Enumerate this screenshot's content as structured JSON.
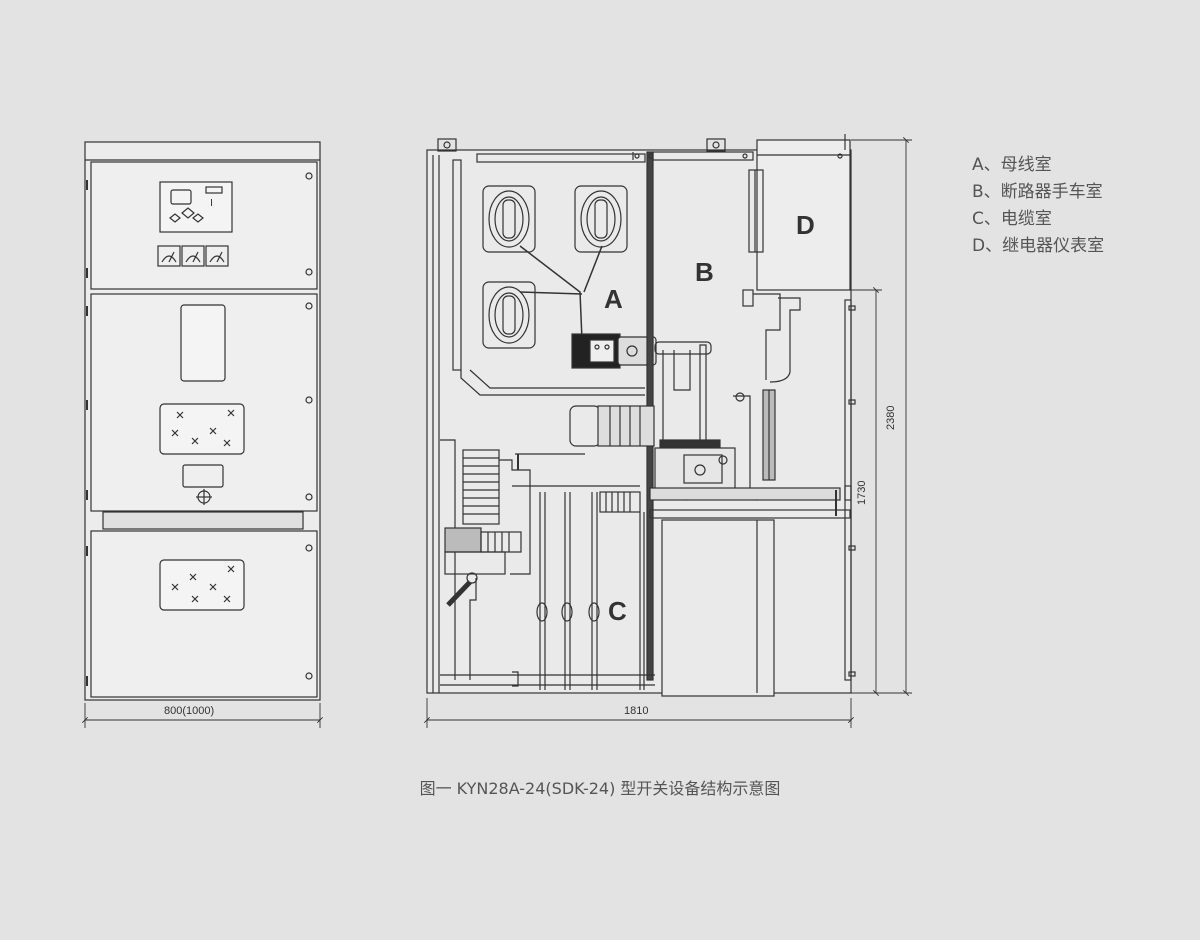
{
  "zones": {
    "a": "A",
    "b": "B",
    "c": "C",
    "d": "D"
  },
  "legend": [
    "A、母线室",
    "B、断路器手车室",
    "C、电缆室",
    "D、继电器仪表室"
  ],
  "dimensions": {
    "front_width": "800(1000)",
    "side_depth": "1810",
    "height_total": "2380",
    "height_lower": "1730"
  },
  "caption": "图一 KYN28A-24(SDK-24) 型开关设备结构示意图",
  "colors": {
    "background": "#e3e3e3",
    "line": "#333333",
    "panel_fill": "#eeeeee"
  }
}
